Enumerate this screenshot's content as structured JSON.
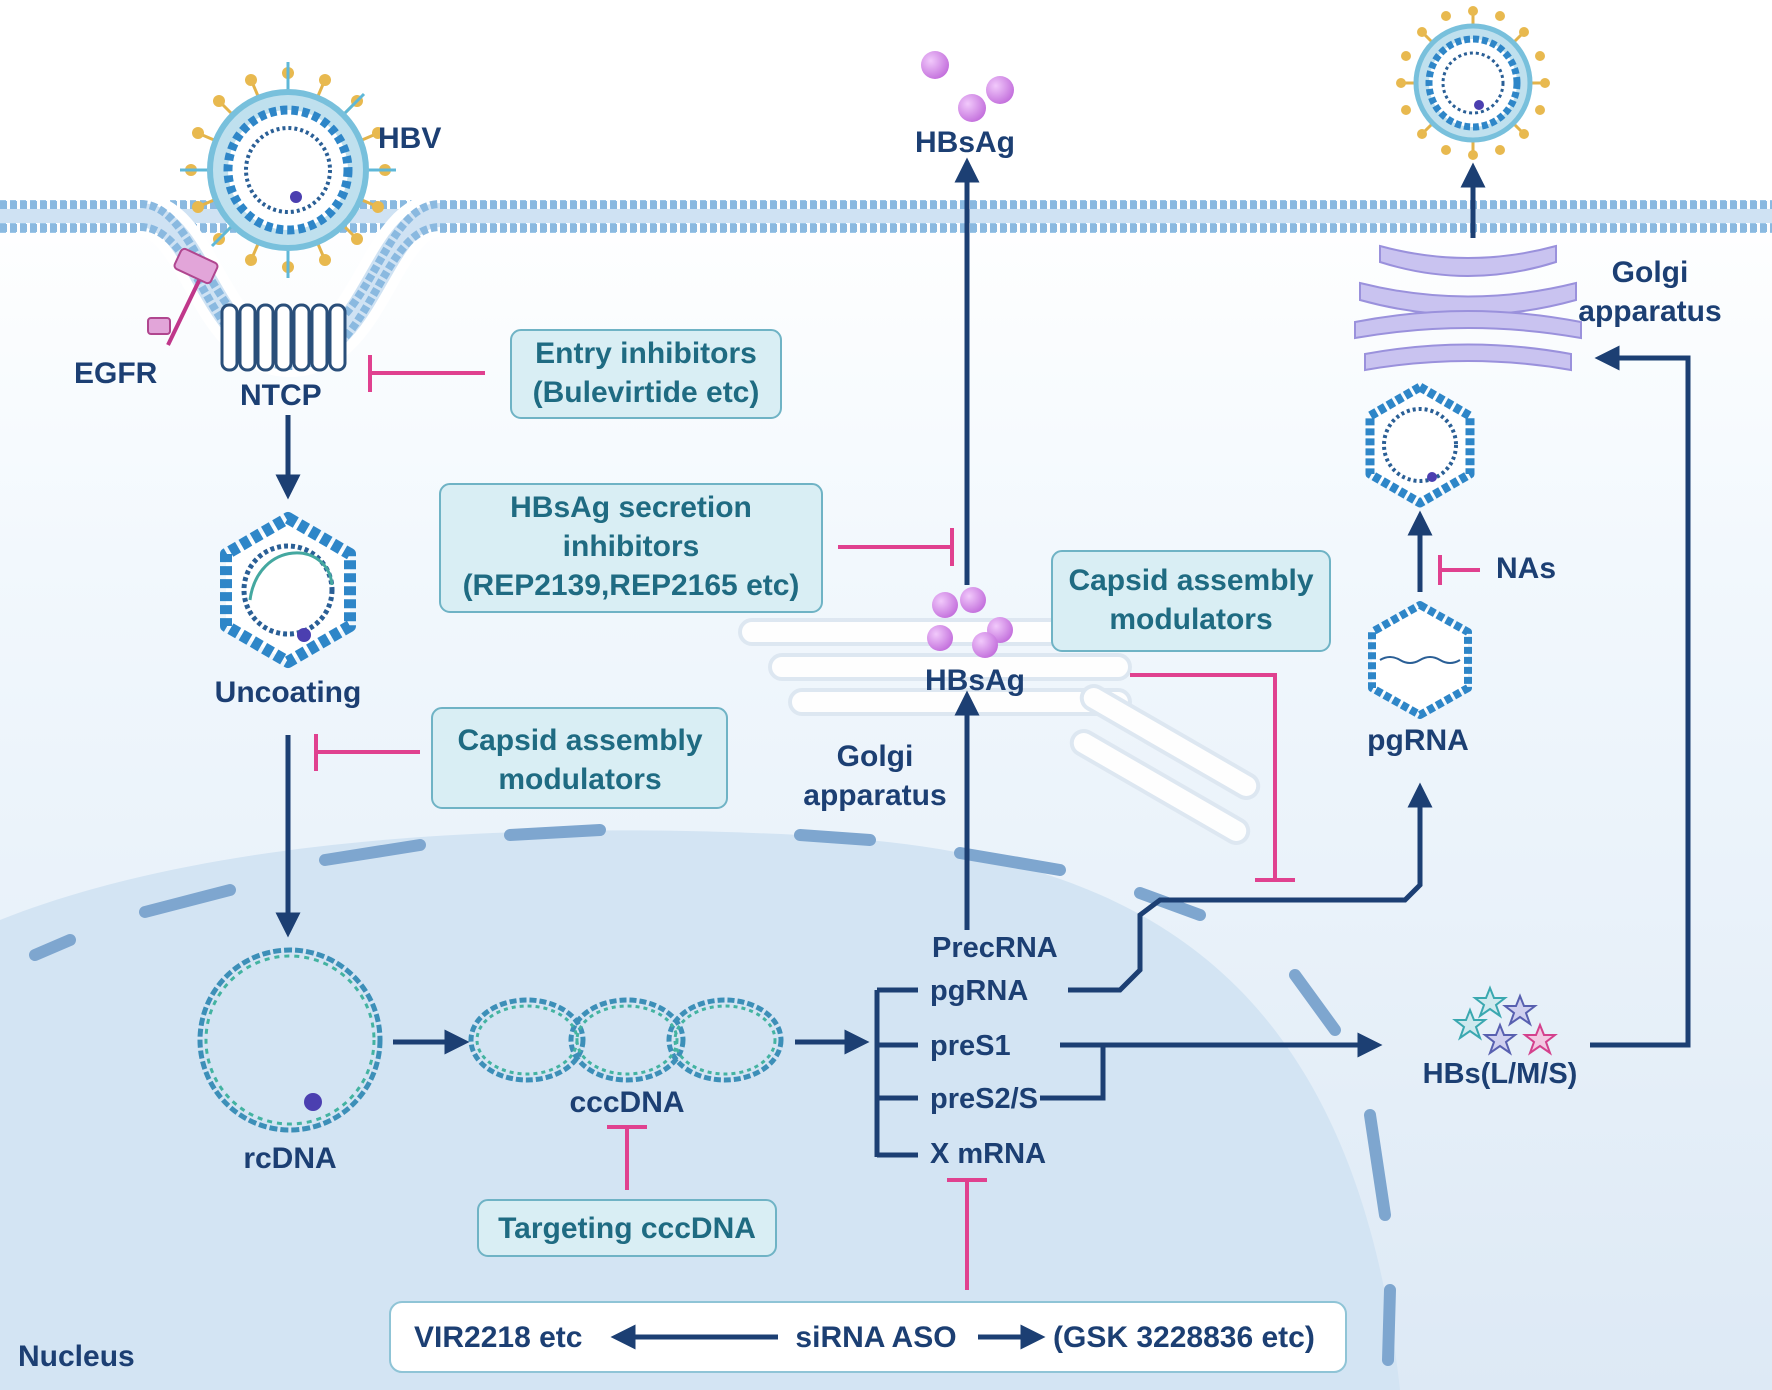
{
  "labels": {
    "hbv": "HBV",
    "egfr": "EGFR",
    "ntcp": "NTCP",
    "uncoating": "Uncoating",
    "rcdna": "rcDNA",
    "cccdna": "cccDNA",
    "nucleus": "Nucleus",
    "hbsag_top": "HBsAg",
    "hbsag_mid": "HBsAg",
    "golgi_mid_1": "Golgi",
    "golgi_mid_2": "apparatus",
    "golgi_right_1": "Golgi",
    "golgi_right_2": "apparatus",
    "precrna": "PrecRNA",
    "pgrna_nuc": "pgRNA",
    "pres1": "preS1",
    "pres2s": "preS2/S",
    "xmrna": "X mRNA",
    "hbs_lms": "HBs(L/M/S)",
    "pgrna_cap": "pgRNA",
    "nas": "NAs"
  },
  "boxes": {
    "entry_1": "Entry inhibitors",
    "entry_2": "(Bulevirtide etc)",
    "secretion_1": "HBsAg secretion",
    "secretion_2": "inhibitors",
    "secretion_3": "(REP2139,REP2165 etc)",
    "cam_left_1": "Capsid assembly",
    "cam_left_2": "modulators",
    "cam_right_1": "Capsid assembly",
    "cam_right_2": "modulators",
    "targeting": "Targeting cccDNA"
  },
  "sirna": {
    "left": "VIR2218 etc",
    "center": "siRNA ASO",
    "right": "(GSK 3228836 etc)"
  },
  "colors": {
    "arrow": "#1c3f73",
    "inhibitor": "#e0418f",
    "box_fill": "#d9eef4",
    "membrane": "#9cc6e8",
    "capsid": "#2e86c8",
    "hbsag_particle": "#d58be8",
    "golgi": "#b9b3ea",
    "nucleus_fill": "#d3e4f3"
  },
  "icons": [
    "hbv-virion-icon",
    "egfr-receptor-icon",
    "ntcp-transporter-icon",
    "capsid-icon",
    "rcdna-circle-icon",
    "cccdna-icon",
    "hbsag-particles-icon",
    "golgi-icon",
    "hbs-stars-icon"
  ]
}
